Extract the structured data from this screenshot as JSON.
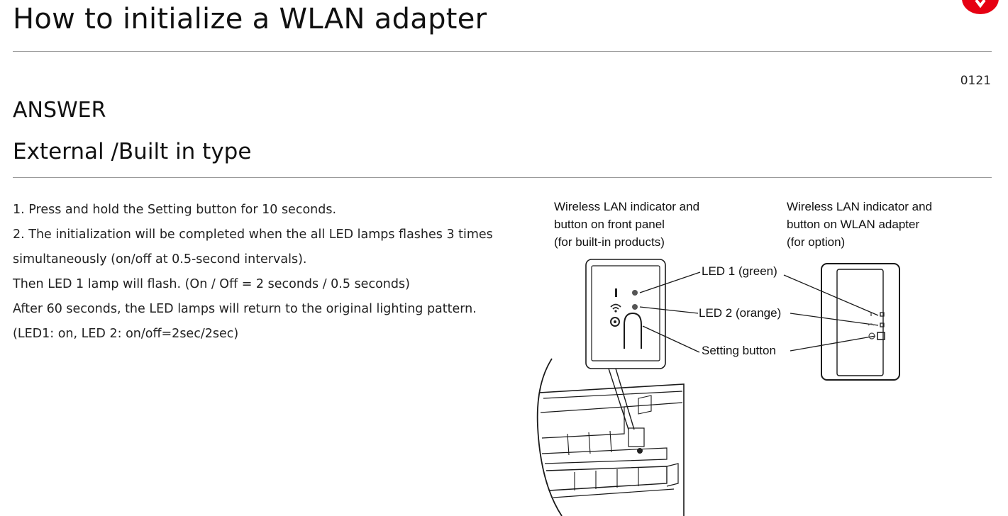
{
  "page": {
    "title": "How to initialize a WLAN adapter",
    "doc_number": "0121",
    "answer_heading": "ANSWER",
    "type_heading": "External /Built in type"
  },
  "steps": [
    "1. Press and hold the Setting button for 10 seconds.",
    "2. The initialization will be completed when the all LED lamps flashes 3 times",
    "simultaneously (on/off at 0.5-second intervals).",
    "Then LED 1 lamp will flash. (On / Off = 2 seconds / 0.5 seconds)",
    "After 60 seconds, the LED lamps will return to the original lighting pattern.",
    "(LED1: on, LED 2: on/off=2sec/2sec)"
  ],
  "figure": {
    "left_caption": [
      "Wireless LAN indicator and",
      "button on front panel",
      "(for built-in products)"
    ],
    "right_caption": [
      "Wireless LAN indicator and",
      "button on WLAN adapter",
      "(for option)"
    ],
    "led1_label": "LED 1 (green)",
    "led2_label": "LED 2 (orange)",
    "setting_label": "Setting button"
  },
  "colors": {
    "badge": "#e60012",
    "rule": "#9a9a9a",
    "text": "#1a1a1a"
  },
  "icons": {
    "badge_icon": "red-circle-badge-icon",
    "wifi_icon": "wifi-icon",
    "setting_icon": "setting-gear-icon"
  }
}
